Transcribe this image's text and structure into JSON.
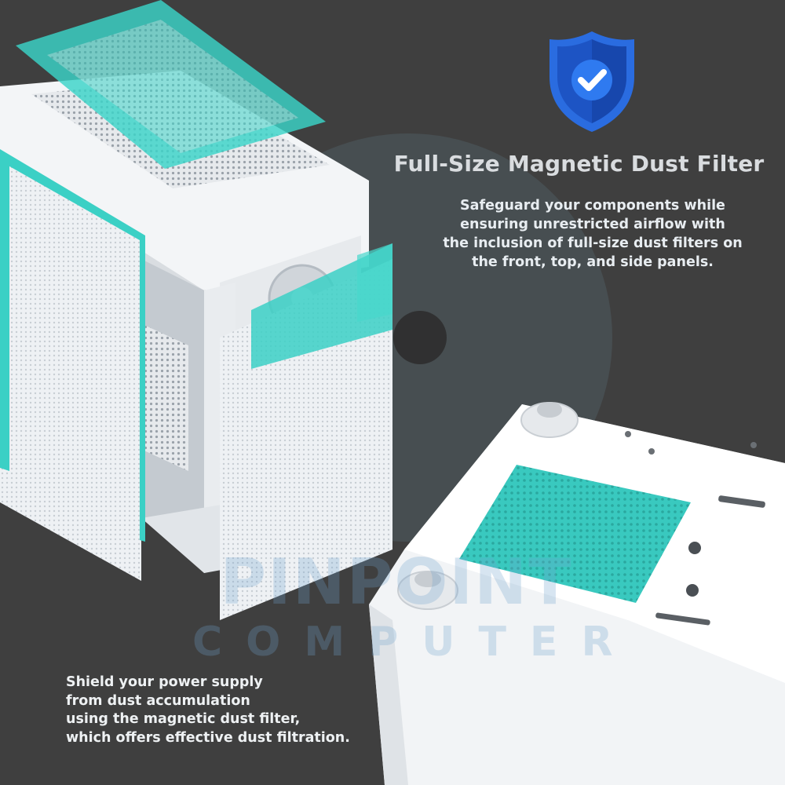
{
  "headline": "Full-Size Magnetic Dust Filter",
  "body_right": [
    "Safeguard your components while",
    "ensuring unrestricted airflow with",
    "the inclusion of full-size dust filters on",
    "the front, top, and side panels."
  ],
  "body_left": [
    "Shield your power supply",
    "from dust accumulation",
    "using the magnetic dust filter,",
    "which offers effective dust filtration."
  ],
  "watermark": {
    "line1": "PINPOINT",
    "line2": "COMPUTER"
  },
  "badge_icon": "shield-check-icon",
  "colors": {
    "background": "#3f3f3f",
    "filter_teal": "#3ccfc4",
    "case_white": "#f2f4f6",
    "shield_blue": "#1f5fd6"
  }
}
